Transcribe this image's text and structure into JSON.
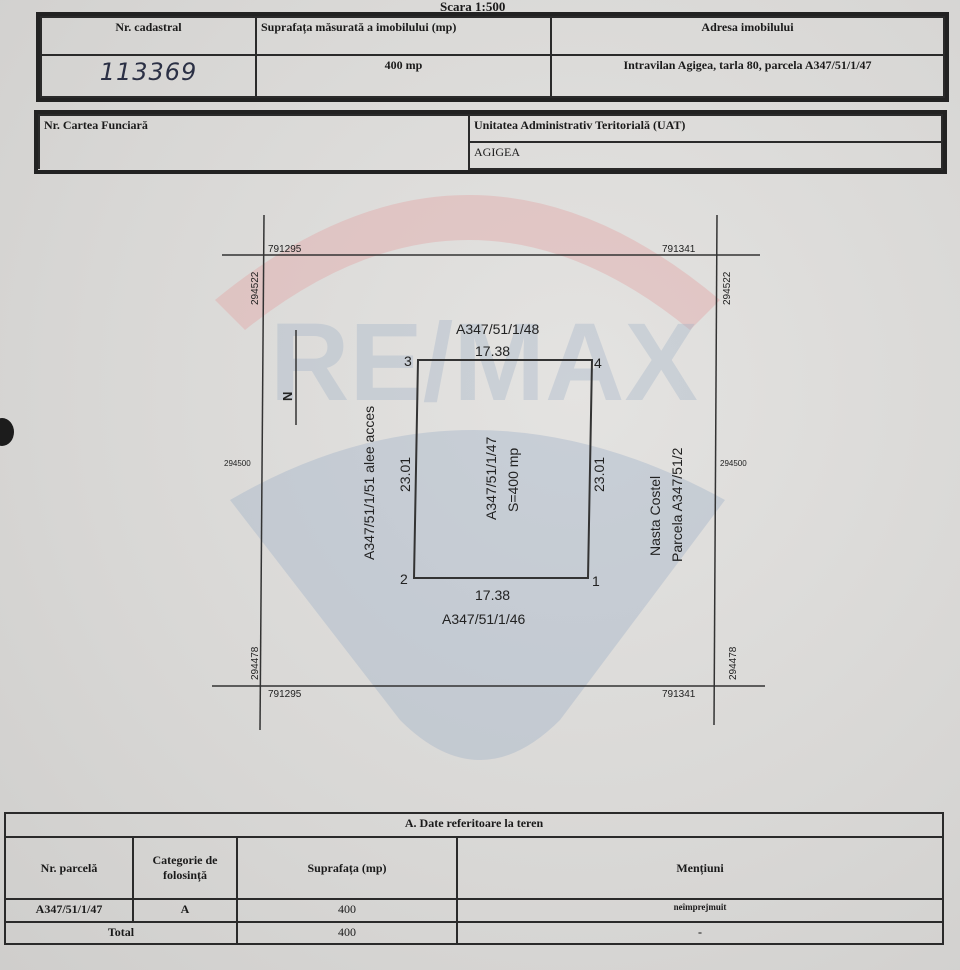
{
  "scale": "Scara 1:500",
  "watermark": "RE/MAX",
  "colors": {
    "watermark_red": "#e3a9a9",
    "watermark_blue": "#9fb1c7",
    "ink": "#222222"
  },
  "top_table": {
    "headers": [
      "Nr. cadastral",
      "Suprafața măsurată a imobilului (mp)",
      "Adresa imobilului"
    ],
    "values": [
      "113369",
      "400 mp",
      "Intravilan Agigea, tarla 80, parcela A347/51/1/47"
    ]
  },
  "cf_table": {
    "headers": [
      "Nr. Cartea Funciară",
      "Unitatea Administrativ Teritorială (UAT)"
    ],
    "values": [
      "",
      "AGIGEA"
    ]
  },
  "plan": {
    "north": "N",
    "corners": [
      "1",
      "2",
      "3",
      "4"
    ],
    "sides": {
      "top": "17.38",
      "bottom": "17.38",
      "left": "23.01",
      "right": "23.01"
    },
    "parcel_id": "A347/51/1/47",
    "parcel_area": "S=400 mp",
    "neighbors": {
      "north": "A347/51/1/48",
      "south": "A347/51/1/46",
      "west": "A347/51/1/51 alee acces",
      "east_owner": "Nasta Costel",
      "east_parcel": "Parcela A347/51/2"
    },
    "grid": {
      "x_left": "791295",
      "x_right": "791341",
      "y_top": "294522",
      "y_mid": "294500",
      "y_bottom": "294478"
    }
  },
  "teren_table": {
    "title": "A. Date referitoare la teren",
    "headers": [
      "Nr. parcelă",
      "Categorie de folosință",
      "Suprafața (mp)",
      "Mențiuni"
    ],
    "rows": [
      [
        "A347/51/1/47",
        "A",
        "400",
        "neîmprejmuit"
      ]
    ],
    "total": {
      "label": "Total",
      "area": "400",
      "note": "-"
    }
  }
}
